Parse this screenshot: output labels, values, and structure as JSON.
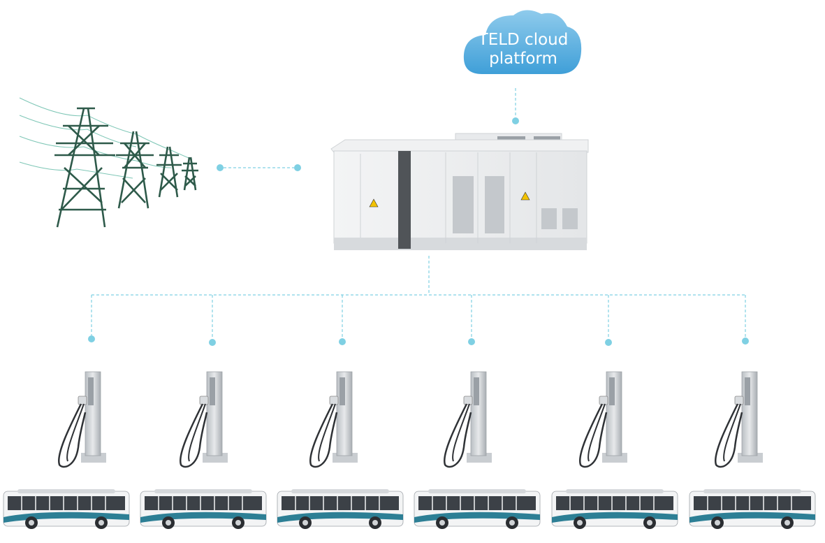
{
  "cloud": {
    "line1": "TELD cloud",
    "line2": "platform",
    "color": "#3f9fd8",
    "color_light": "#8fcbec"
  },
  "connector_color": "#7fd0e3",
  "charger_count": 6,
  "bus_count": 6,
  "icons": {
    "cloud": "cloud-icon",
    "pylon": "power-pylon-icon",
    "substation": "box-substation-icon",
    "charger": "charging-pile-icon",
    "bus": "electric-bus-icon"
  }
}
